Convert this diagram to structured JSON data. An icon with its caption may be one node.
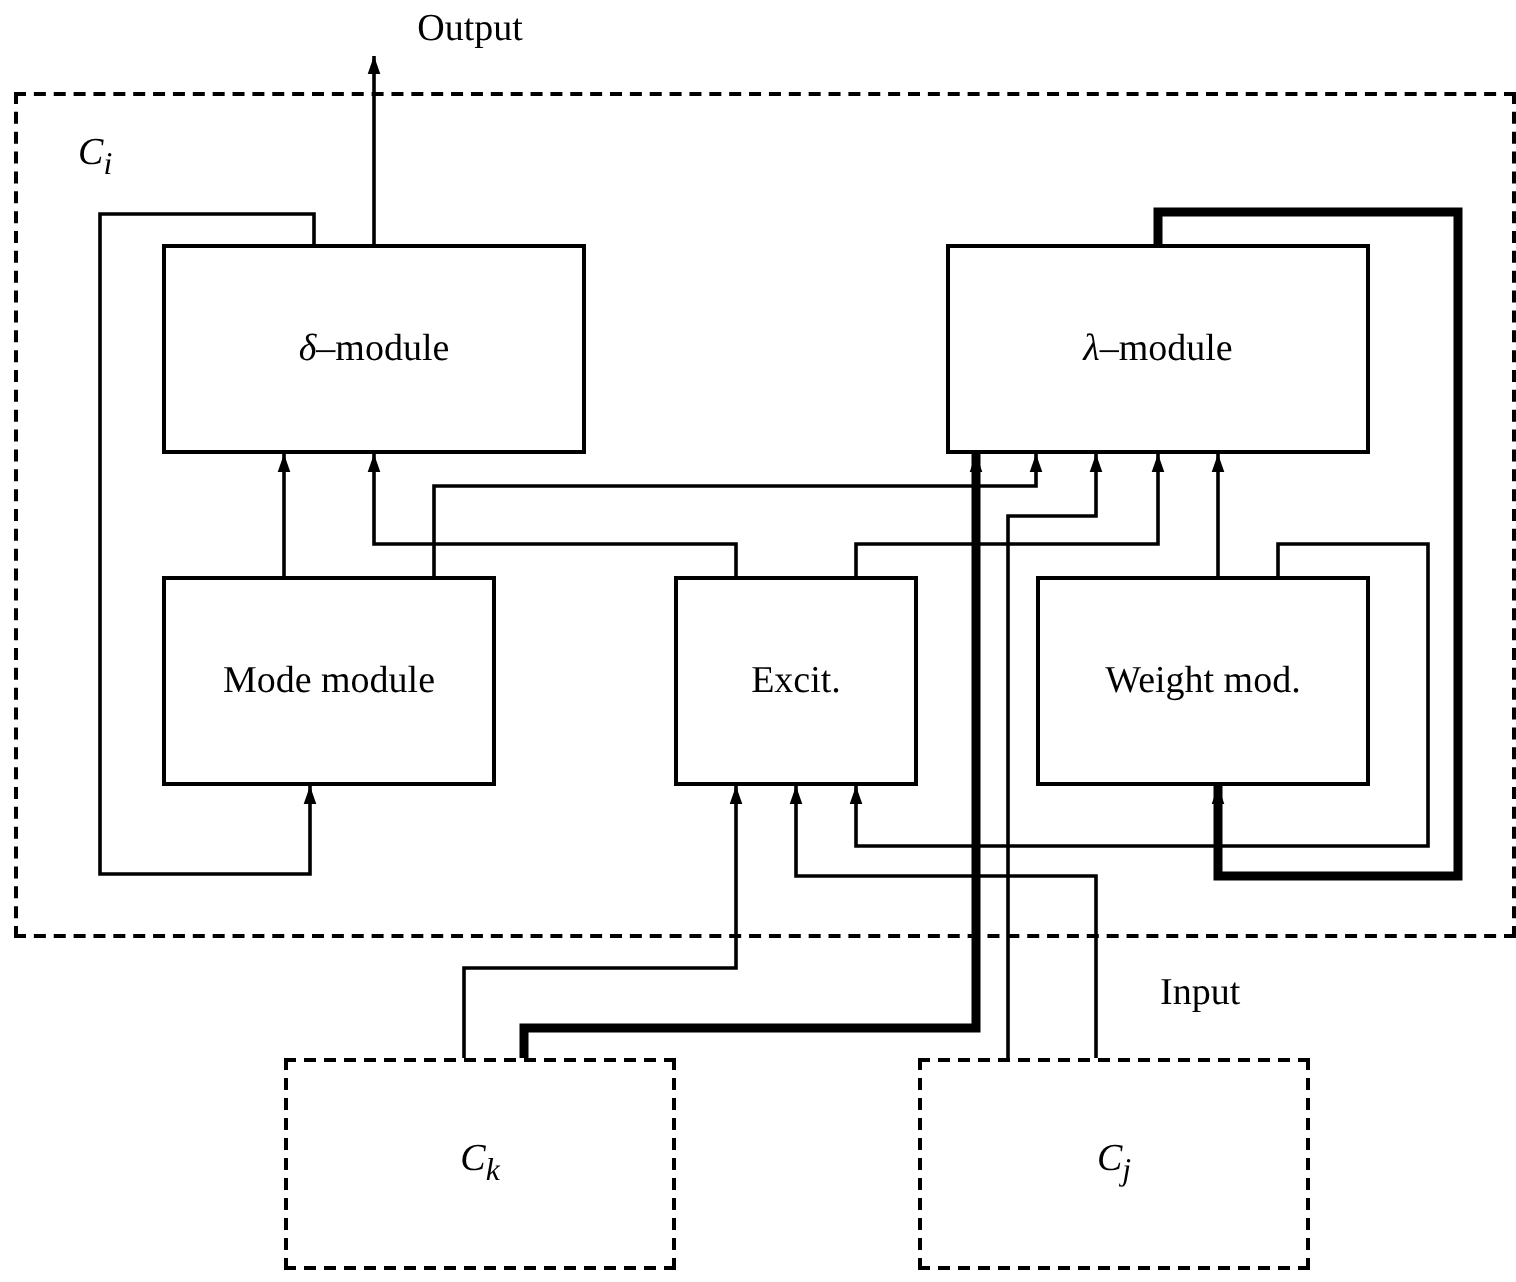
{
  "diagram": {
    "nodes": [
      {
        "text": [
          "C$_{i}$"
        ]
      },
      {
        "text": [
          "*δ*–module"
        ],
        "in": 0
      },
      {
        "text": [
          "*λ*–module"
        ],
        "in": 0
      },
      {
        "text": [
          "Mode module"
        ],
        "in": 0
      },
      {
        "text": [
          "Excit."
        ],
        "in": 0
      },
      {
        "text": [
          "Weight mod."
        ],
        "in": 0
      },
      {
        "text": [
          "C$_{k}$"
        ]
      },
      {
        "text": [
          "C$_{j}$"
        ]
      },
      {
        "text": [
          "Output"
        ]
      }
    ],
    "edges": [
      {
        "from": 1,
        "to": 8,
        "arrow": "to"
      },
      {
        "from": 1,
        "to": 3,
        "arrow": "to"
      },
      {
        "from": 3,
        "to": 1,
        "arrow": "to"
      },
      {
        "from": 3,
        "to": 2,
        "arrow": "to"
      },
      {
        "from": 4,
        "to": 1,
        "arrow": "to"
      },
      {
        "from": 4,
        "to": 2,
        "arrow": "to"
      },
      {
        "from": 5,
        "to": 2,
        "arrow": "to"
      },
      {
        "from": 5,
        "to": 4,
        "arrow": "to"
      },
      {
        "from": 2,
        "to": 5,
        "arrow": "to",
        "style": "thick"
      },
      {
        "from": 7,
        "to": 4,
        "arrow": "to"
      },
      {
        "from": 7,
        "to": 2,
        "arrow": "to"
      },
      {
        "from": 6,
        "to": 2,
        "arrow": "to",
        "style": "thick"
      },
      {
        "from": 6,
        "to": 4,
        "arrow": "to"
      }
    ],
    "labels": [
      "Input"
    ]
  }
}
